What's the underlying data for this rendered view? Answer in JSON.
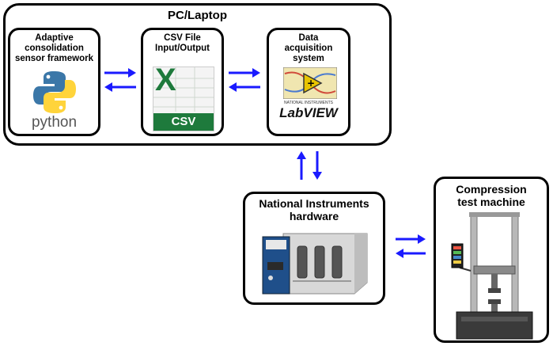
{
  "pc": {
    "title": "PC/Laptop"
  },
  "adaptive": {
    "title_lines": [
      "Adaptive",
      "consolidation",
      "sensor framework"
    ],
    "logo_text": "python"
  },
  "csv": {
    "title_lines": [
      "CSV File",
      "Input/Output"
    ],
    "logo_letter": "X",
    "badge": "CSV"
  },
  "daq": {
    "title_lines": [
      "Data",
      "acquisition",
      "system"
    ],
    "brand_small": "NATIONAL INSTRUMENTS",
    "logo_text": "LabVIEW"
  },
  "ni": {
    "title_lines": [
      "National Instruments",
      "hardware"
    ]
  },
  "ctm": {
    "title_lines": [
      "Compression",
      "test machine"
    ]
  },
  "colors": {
    "arrow": "#1a1aff",
    "border": "#000000",
    "excel_green": "#1e7a3c",
    "python_blue": "#3b77a8",
    "python_yellow": "#ffd43b"
  }
}
